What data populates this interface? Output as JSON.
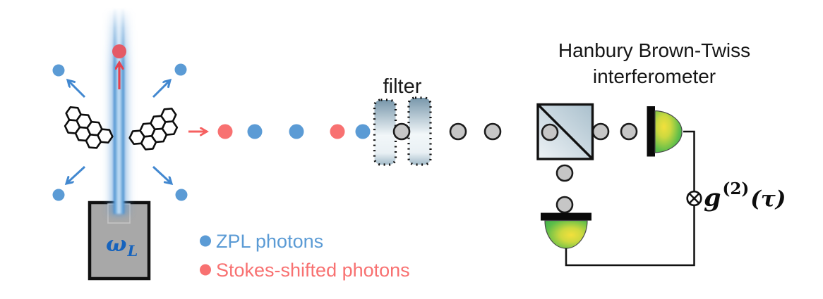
{
  "labels": {
    "filter": "filter",
    "hbt_line1": "Hanbury Brown-Twiss",
    "hbt_line2": "interferometer",
    "laser_symbol": "ω",
    "laser_subscript": "L",
    "g2_base": "g",
    "g2_superscript": "(2)",
    "g2_argument": "(τ)"
  },
  "legend": {
    "items": [
      {
        "label": "ZPL photons",
        "color": "#5b9bd5"
      },
      {
        "label": "Stokes-shifted photons",
        "color": "#f87171"
      }
    ]
  },
  "photon_stream": {
    "emitted_sequence": [
      "stokes",
      "zpl",
      "zpl",
      "stokes",
      "zpl"
    ],
    "filtered_count": 8
  },
  "colors": {
    "zpl_blue": "#5b9bd5",
    "stokes_red": "#f87171",
    "stokes_deep_red": "#e44f5e",
    "arrow_blue": "#4288d0",
    "laser_beam_blue": "#3b86c9",
    "photon_gray": "#c6c6c6",
    "laser_box_gray": "#a8a8a8",
    "omega_blue": "#1663bd",
    "title_black": "#161616"
  }
}
